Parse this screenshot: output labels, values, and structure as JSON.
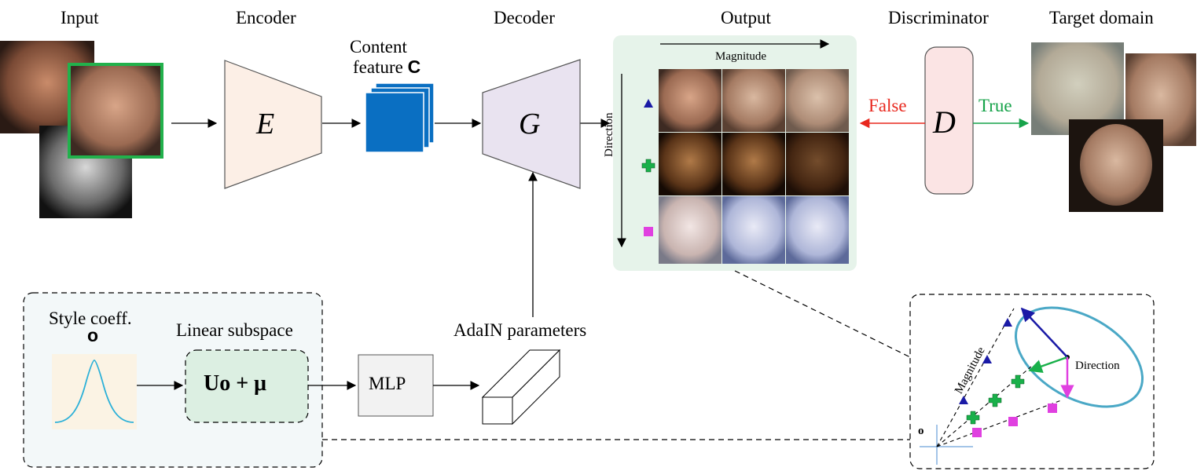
{
  "stage_labels": {
    "input": "Input",
    "encoder": "Encoder",
    "decoder": "Decoder",
    "output": "Output",
    "discriminator": "Discriminator",
    "target": "Target domain"
  },
  "content_feature": {
    "line1": "Content",
    "line2": "feature ",
    "symbol": "C"
  },
  "blocks": {
    "encoder": "E",
    "decoder": "G",
    "discriminator": "D"
  },
  "output_panel": {
    "magnitude": "Magnitude",
    "direction": "Direction"
  },
  "judgements": {
    "false": "False",
    "true": "True"
  },
  "style_panel": {
    "style_coeff": "Style coeff.",
    "style_symbol": "o",
    "linear_subspace": "Linear subspace",
    "formula": "Uo + μ",
    "mlp": "MLP",
    "adain": "AdaIN parameters"
  },
  "geometry_inset": {
    "magnitude": "Magnitude",
    "direction": "Direction",
    "origin": "o"
  },
  "colors": {
    "encoder_fill": "#fcefe6",
    "decoder_fill": "#e9e3f0",
    "disc_fill": "#fbe4e4",
    "output_bg": "#e6f3ea",
    "style_bg": "#f3f8f9",
    "subspace_fill": "#dcefe2",
    "feature_blue": "#0a6fc2",
    "false_red": "#e8281e",
    "true_green": "#16a34a",
    "ellipse": "#4aa8c6",
    "dir_blue": "#1a1aa6",
    "dir_green": "#19b04a",
    "dir_magenta": "#e040e0",
    "highlight_green": "#22b14c"
  }
}
